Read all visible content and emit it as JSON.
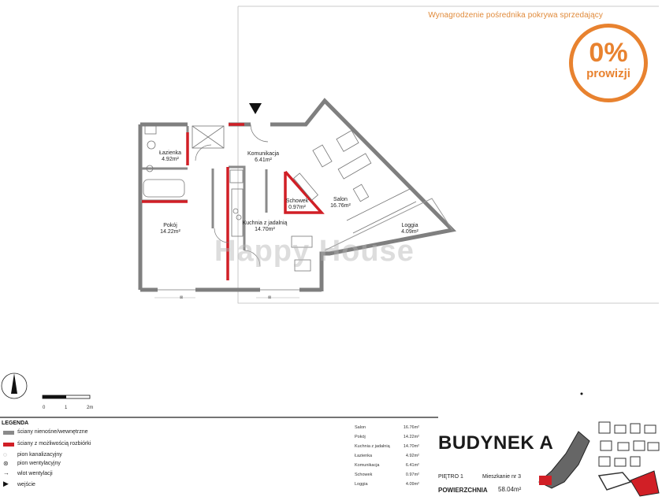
{
  "header": {
    "promo_text": "Wynagrodzenie pośrednika pokrywa sprzedający",
    "badge_value": "0%",
    "badge_label": "prowizji"
  },
  "rooms": [
    {
      "name": "Łazienka",
      "area": "4.92m²"
    },
    {
      "name": "Komunikacja",
      "area": "6.41m²"
    },
    {
      "name": "Pokój",
      "area": "14.22m²"
    },
    {
      "name": "Kuchnia z jadalnią",
      "area": "14.70m²"
    },
    {
      "name": "Schowek",
      "area": "0.97m²"
    },
    {
      "name": "Salon",
      "area": "16.76m²"
    },
    {
      "name": "Loggia",
      "area": "4.09m²"
    }
  ],
  "watermark": "Happy House",
  "scale": {
    "ticks": [
      "0",
      "1",
      "2m"
    ]
  },
  "legend": {
    "title": "LEGENDA",
    "items": [
      {
        "label": "ściany nienośne/wewnętrzne",
        "color": "#8a8a8a"
      },
      {
        "label": "ściany z możliwością rozbiórki",
        "color": "#d11f26"
      },
      {
        "label": "pion kanalizacyjny"
      },
      {
        "label": "pion wentylacyjny"
      },
      {
        "label": "wlot wentylacji"
      },
      {
        "label": "wejście"
      }
    ]
  },
  "area_table": [
    {
      "name": "Salon",
      "value": "16.76m²"
    },
    {
      "name": "Pokój",
      "value": "14.22m²"
    },
    {
      "name": "Kuchnia z jadalnią",
      "value": "14.70m²"
    },
    {
      "name": "Łazienka",
      "value": "4.92m²"
    },
    {
      "name": "Komunikacja",
      "value": "6.41m²"
    },
    {
      "name": "Schowek",
      "value": "0.97m²"
    },
    {
      "name": "Loggia",
      "value": "4.09m²"
    }
  ],
  "building": {
    "name": "BUDYNEK A",
    "floor": "PIĘTRO 1",
    "apartment": "Mieszkanie nr 3",
    "area_label": "POWIERZCHNIA",
    "area_value": "58.04m²"
  },
  "colors": {
    "accent": "#e8822f",
    "wall": "#8a8a8a",
    "removable_wall": "#d11f26"
  }
}
